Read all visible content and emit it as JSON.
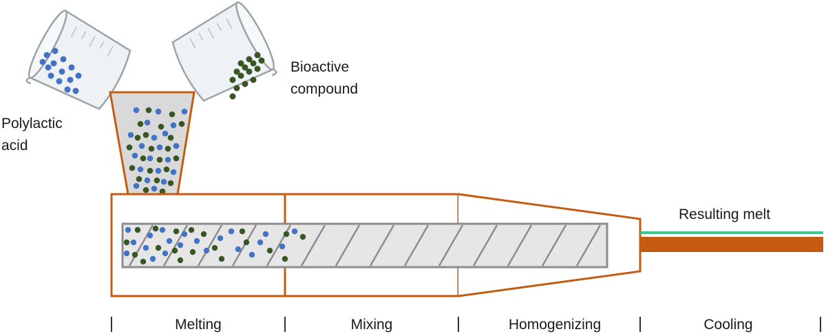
{
  "labels": {
    "material_a_line1": "Polylactic",
    "material_a_line2": "acid",
    "material_b_line1": "Bioactive",
    "material_b_line2": "compound",
    "output": "Resulting melt"
  },
  "stages": [
    {
      "id": "melting",
      "label": "Melting"
    },
    {
      "id": "mixing",
      "label": "Mixing"
    },
    {
      "id": "homogenizing",
      "label": "Homogenizing"
    },
    {
      "id": "cooling",
      "label": "Cooling"
    }
  ],
  "colors": {
    "outline": "#c55a11",
    "melt_fill": "#c55a11",
    "melt_line": "#3fc58f",
    "polymer_dot": "#4472c4",
    "compound_dot": "#375623",
    "screw_fill": "#e6e6e6",
    "screw_stroke": "#8c8c8c",
    "beaker_fill": "#eef2f4",
    "beaker_stroke": "#9aa3a8"
  },
  "icons": {
    "beaker_left": "pouring-beaker-icon",
    "beaker_right": "pouring-beaker-icon",
    "hopper": "feed-hopper-icon"
  }
}
